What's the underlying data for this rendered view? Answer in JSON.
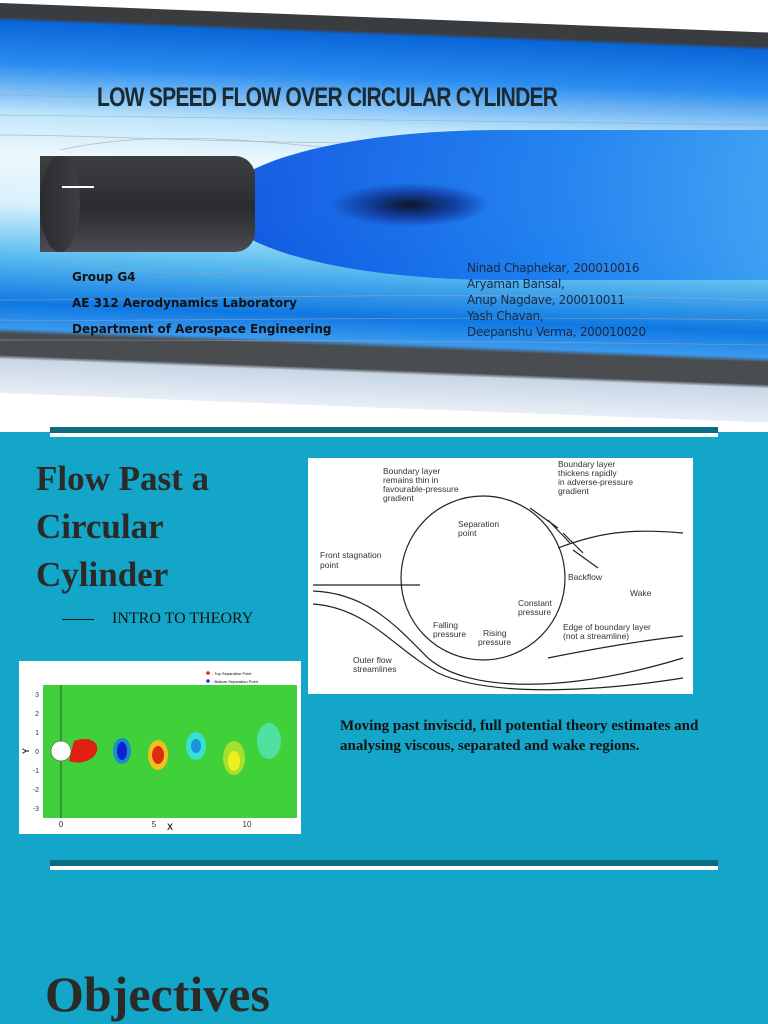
{
  "slide1": {
    "title": "LOW SPEED FLOW OVER CIRCULAR CYLINDER",
    "info": [
      "Group G4",
      "AE 312 Aerodynamics Laboratory",
      "Department of Aerospace Engineering"
    ],
    "members": [
      "Ninad Chaphekar, 200010016",
      "Aryaman Bansal,",
      "Anup Nagdave, 200010011",
      "Yash Chavan,",
      "Deepanshu Verma, 200010020"
    ]
  },
  "slide2": {
    "heading_lines": [
      "Flow Past a",
      "Circular",
      "Cylinder"
    ],
    "subtitle": "INTRO TO THEORY",
    "description": "Moving past inviscid, full potential theory estimates and analysing viscous, separated and wake regions.",
    "diagram_labels": {
      "bl_thin": [
        "Boundary layer",
        "remains thin in",
        "favourable-pressure",
        "gradient"
      ],
      "bl_thick": [
        "Boundary layer",
        "thickens rapidly",
        "in adverse-pressure",
        "gradient"
      ],
      "separation": [
        "Separation",
        "point"
      ],
      "stagnation": [
        "Front stagnation",
        "point"
      ],
      "backflow": "Backflow",
      "wake": "Wake",
      "constant": [
        "Constant",
        "pressure"
      ],
      "falling": [
        "Falling",
        "pressure"
      ],
      "rising": [
        "Rising",
        "pressure"
      ],
      "edge": [
        "Edge of boundary layer",
        "(not a streamline)"
      ],
      "outer": [
        "Outer flow",
        "streamlines"
      ]
    },
    "contour": {
      "legend": [
        "- Top Separation Point",
        "- Bottom Separation Point"
      ],
      "legend_colors": [
        "#e02020",
        "#2030e0"
      ],
      "xlabel": "X",
      "ylabel": "Y",
      "xticks": [
        "0",
        "5",
        "10"
      ],
      "yticks": [
        "3",
        "2",
        "1",
        "0",
        "-1",
        "-2",
        "-3"
      ]
    }
  },
  "slide3": {
    "heading": "Objectives"
  },
  "colors": {
    "background": "#13a6c9",
    "divider": "#0b6c82"
  }
}
